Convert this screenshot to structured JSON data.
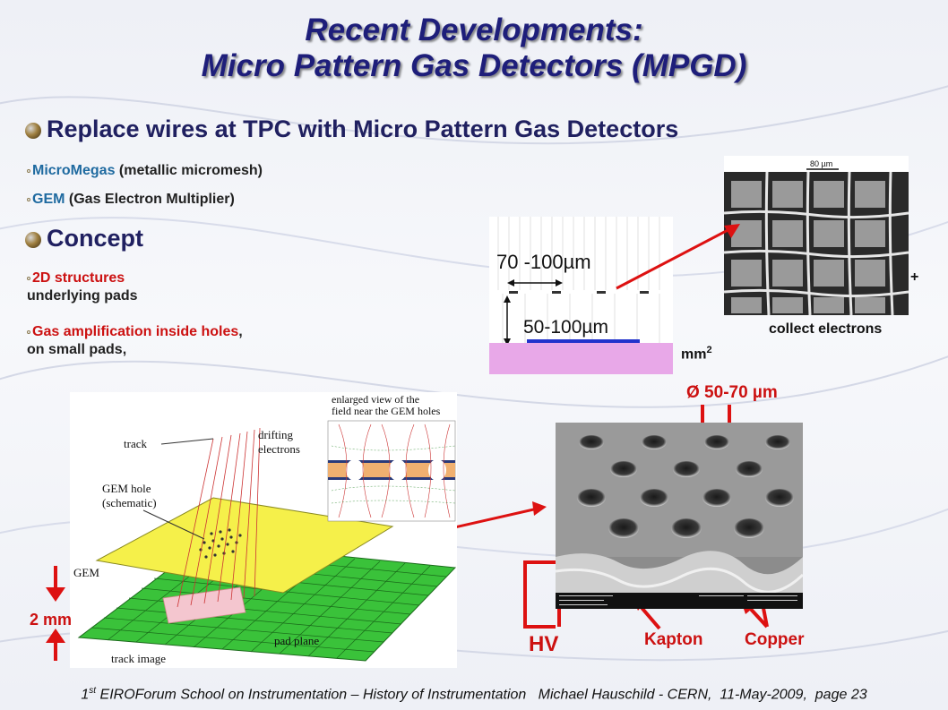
{
  "slide": {
    "title_line1": "Recent Developments:",
    "title_line2": "Micro Pattern Gas Detectors (MPGD)",
    "heading1": "Replace wires at TPC with Micro Pattern Gas Detectors",
    "item1_name": "MicroMegas",
    "item1_desc": " (metallic micromesh)",
    "item2_name": "GEM",
    "item2_desc": " (Gas Electron Multiplier)",
    "heading2": "Concept",
    "concept1_red": "2D structures",
    "concept1_line2": "underlying pads",
    "concept2_red": "Gas amplification inside holes",
    "concept2_comma": ",",
    "concept2_line2": "on small pads,",
    "mm2_label": "mm",
    "mm2_sup": "2",
    "plus_label": "+",
    "collect_label": "collect electrons",
    "diam_label": "Ø 50-70 µm",
    "two_mm_label": "2 mm",
    "hv_label": "HV",
    "kapton_label": "Kapton",
    "copper_label": "Copper"
  },
  "micromegas_diagram": {
    "dim1": "70 -100µm",
    "dim2": "50-100µm"
  },
  "mesh_photo": {
    "scale": "80 µm"
  },
  "gem_diagram": {
    "enlarged_label_line1": "enlarged view of the",
    "enlarged_label_line2": "field near the GEM holes",
    "track": "track",
    "drifting_line1": "drifting",
    "drifting_line2": "electrons",
    "gem_hole_line1": "GEM hole",
    "gem_hole_line2": "(schematic)",
    "gem": "GEM",
    "pad_plane": "pad plane",
    "track_image": "track image"
  },
  "footer": {
    "prefix": "1",
    "sup": "st",
    "text": " EIROForum School on Instrumentation – History of Instrumentation   Michael Hauschild - CERN,  11-May-2009,  page 23"
  },
  "colors": {
    "title": "#1e1e7a",
    "accent_red": "#cc1111",
    "link_blue": "#1f6aa0",
    "gem_yellow": "#f5f04a",
    "pad_green": "#3ac23a",
    "substrate_pink": "#e8a8e8"
  }
}
